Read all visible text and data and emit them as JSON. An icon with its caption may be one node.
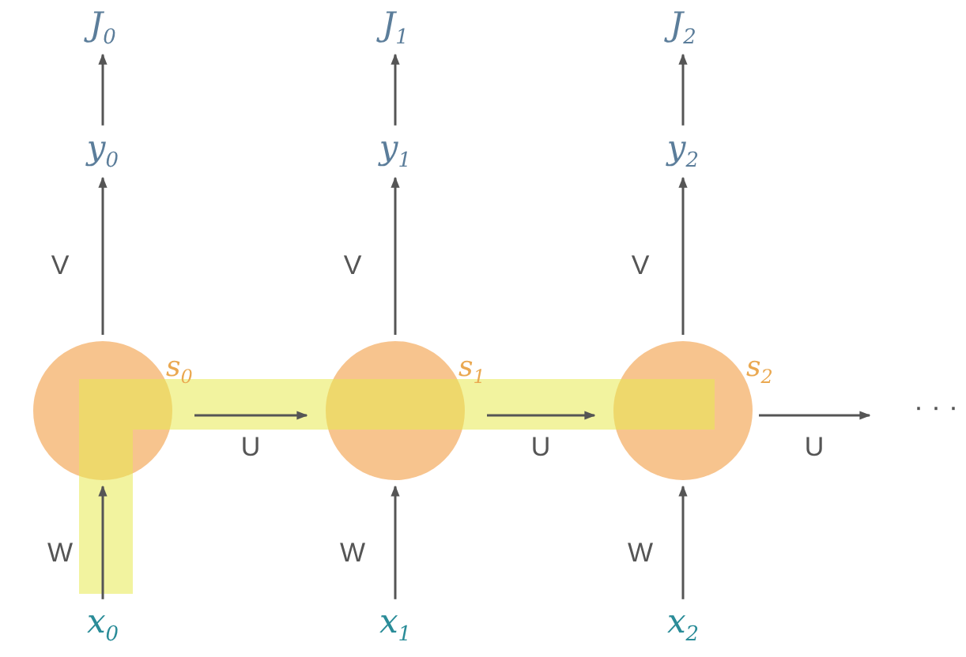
{
  "diagram": {
    "nodes": [
      {
        "text": [
          "J$_{0}$"
        ]
      },
      {
        "text": [
          "J$_{1}$"
        ]
      },
      {
        "text": [
          "J$_{2}$"
        ]
      },
      {
        "text": [
          "y$_{0}$"
        ]
      },
      {
        "text": [
          "y$_{1}$"
        ]
      },
      {
        "text": [
          "y$_{2}$"
        ]
      },
      {
        "text": [],
        "shape": "circle",
        "beside": [
          "s$_{0}$"
        ]
      },
      {
        "text": [],
        "shape": "circle",
        "beside": [
          "s$_{1}$"
        ]
      },
      {
        "text": [],
        "shape": "circle",
        "beside": [
          "s$_{2}$"
        ]
      },
      {
        "text": [
          "x$_{0}$"
        ]
      },
      {
        "text": [
          "x$_{1}$"
        ]
      },
      {
        "text": [
          "x$_{2}$"
        ]
      }
    ],
    "edges": [
      {
        "from": 3,
        "to": 0,
        "arrow": "to"
      },
      {
        "from": 4,
        "to": 1,
        "arrow": "to"
      },
      {
        "from": 5,
        "to": 2,
        "arrow": "to"
      },
      {
        "from": 6,
        "to": 3,
        "arrow": "to",
        "label": "V"
      },
      {
        "from": 7,
        "to": 4,
        "arrow": "to",
        "label": "V"
      },
      {
        "from": 8,
        "to": 5,
        "arrow": "to",
        "label": "V"
      },
      {
        "from": 6,
        "to": 7,
        "arrow": "to",
        "label": "U"
      },
      {
        "from": 7,
        "to": 8,
        "arrow": "to",
        "label": "U"
      },
      {
        "from": 8,
        "to": null,
        "arrow": "to",
        "label": "U"
      },
      {
        "from": 9,
        "to": 6,
        "arrow": "to",
        "label": "W"
      },
      {
        "from": 10,
        "to": 7,
        "arrow": "to",
        "label": "W"
      },
      {
        "from": 11,
        "to": 8,
        "arrow": "to",
        "label": "W"
      }
    ],
    "labels": [
      "· · ·"
    ]
  }
}
